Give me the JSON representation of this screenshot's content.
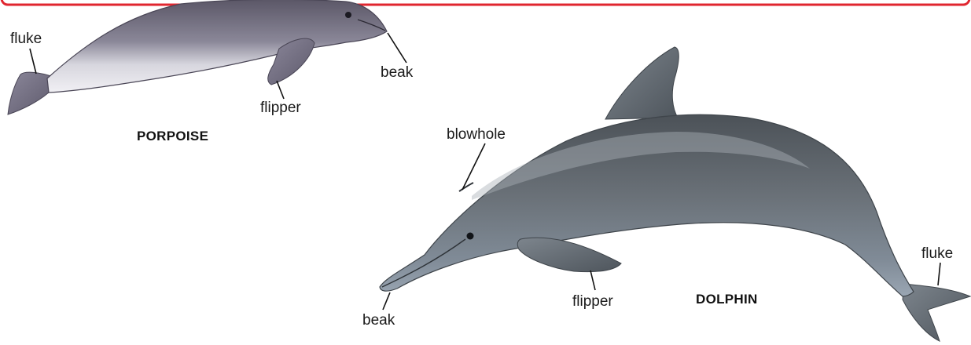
{
  "colors": {
    "frame_accent": "#e0262f",
    "dolphin_body": "#5f666d",
    "dolphin_belly": "#8f9aa6",
    "porpoise_back": "#6e6a7c",
    "porpoise_belly": "#ecebf0"
  },
  "porpoise": {
    "title": "PORPOISE",
    "labels": {
      "fluke": "fluke",
      "beak": "beak",
      "flipper": "flipper"
    }
  },
  "dolphin": {
    "title": "DOLPHIN",
    "labels": {
      "blowhole": "blowhole",
      "beak": "beak",
      "flipper": "flipper",
      "fluke": "fluke"
    }
  }
}
